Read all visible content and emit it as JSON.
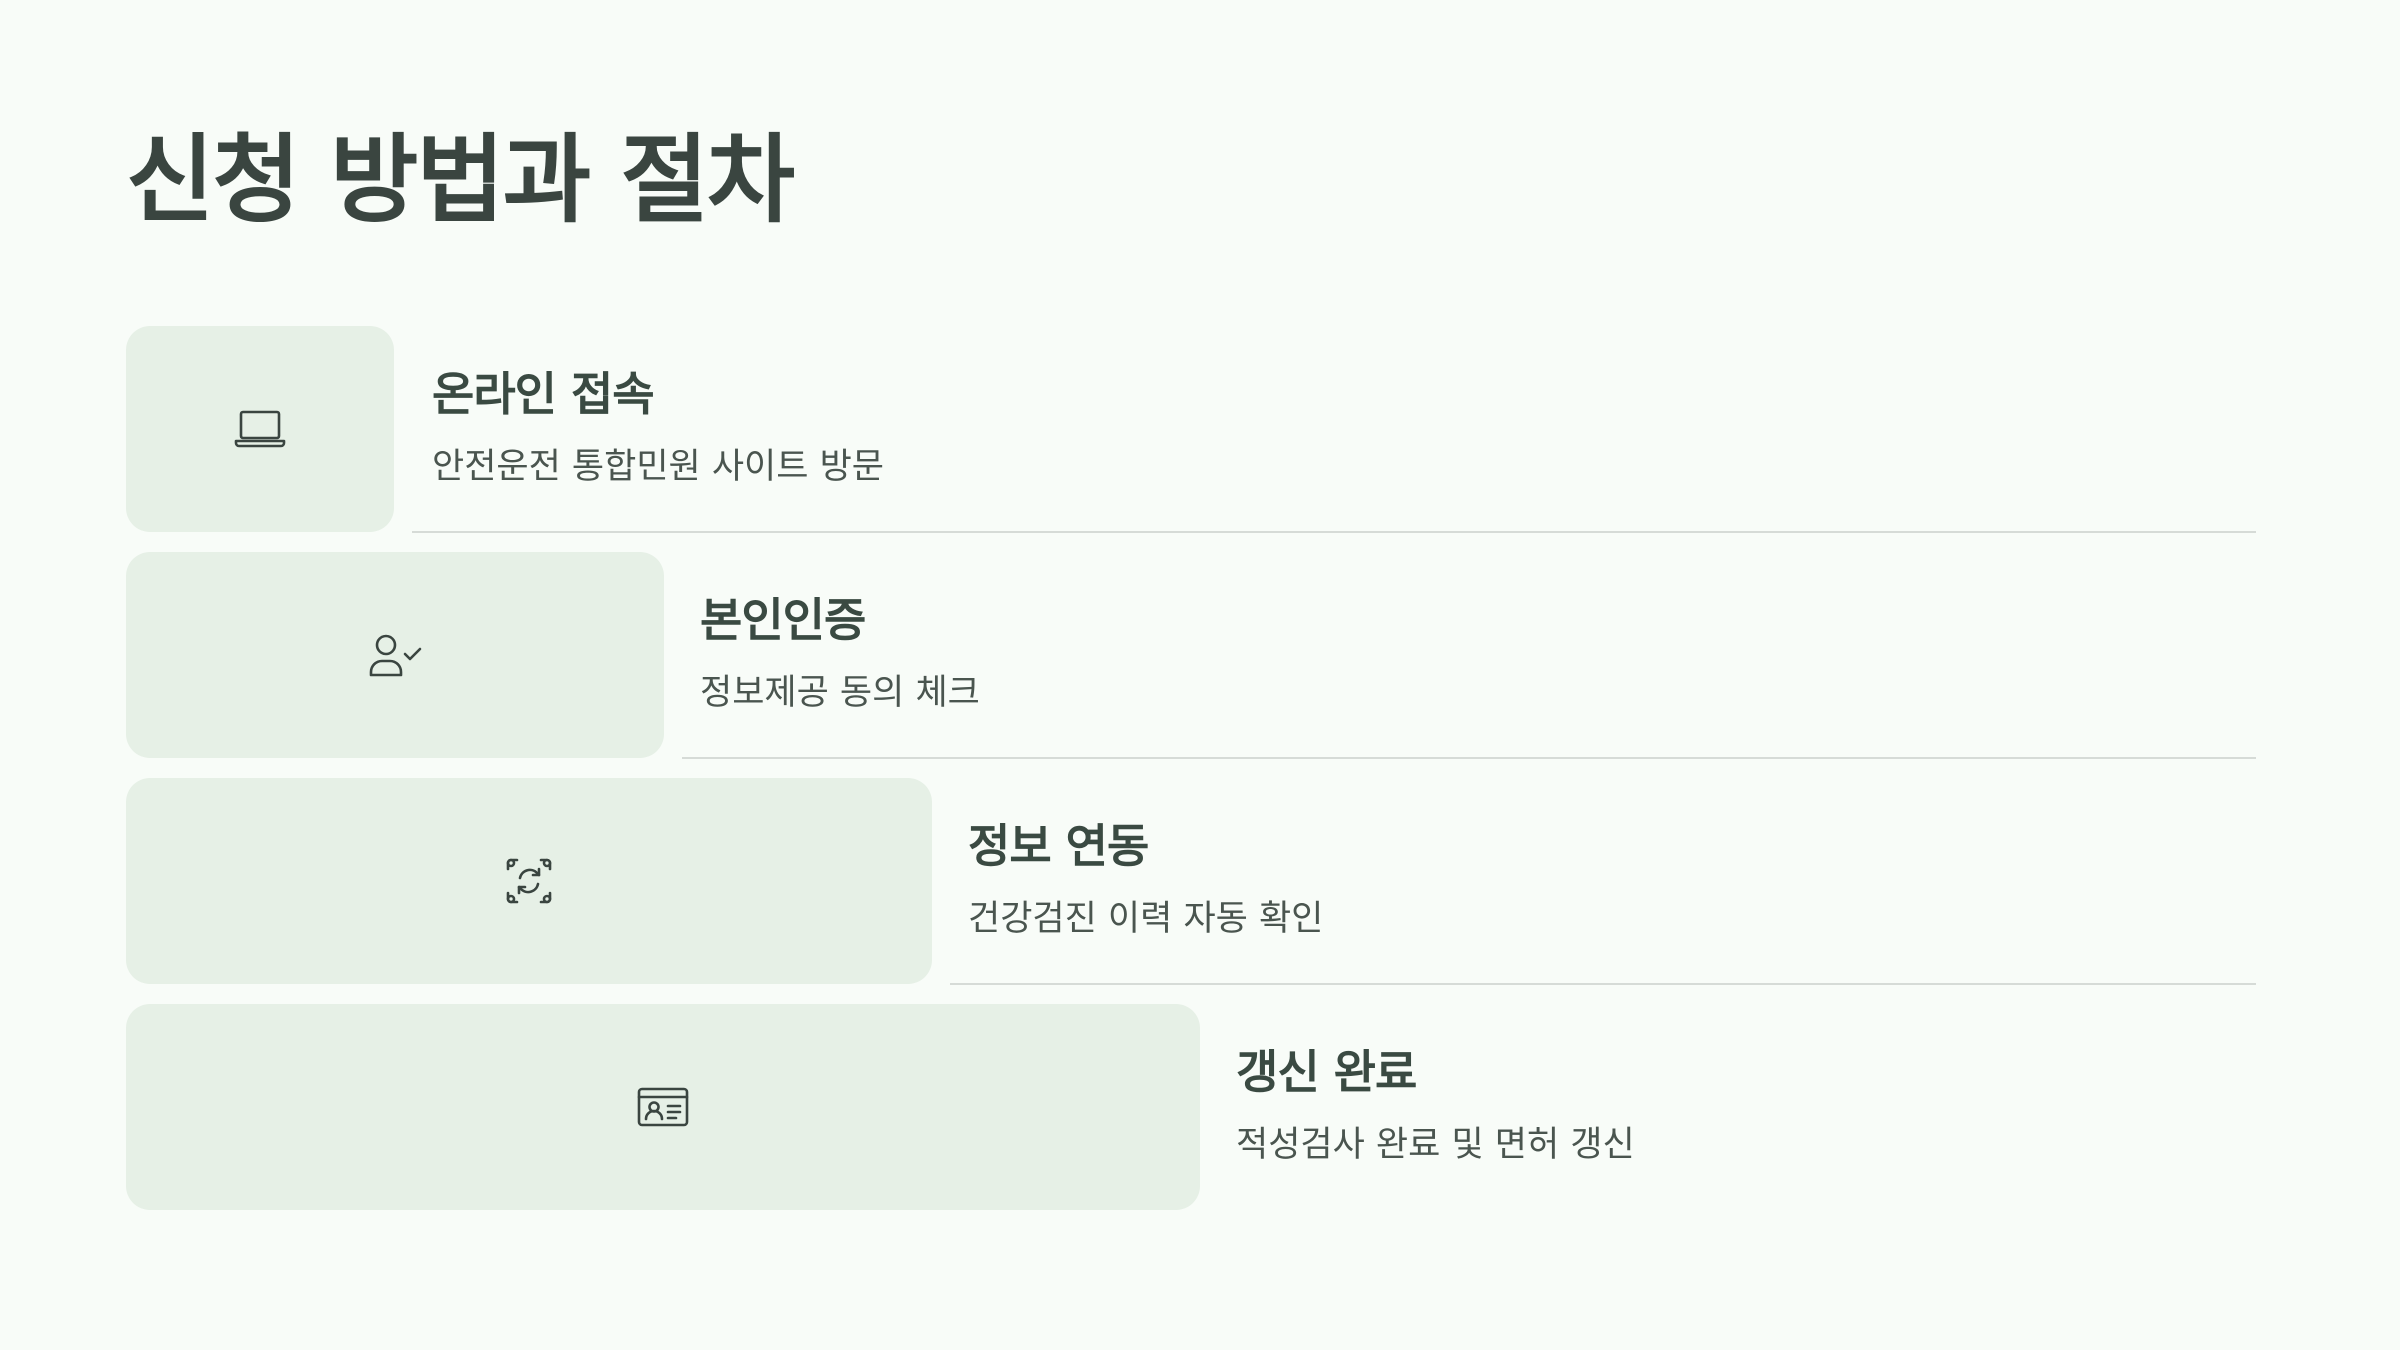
{
  "page": {
    "title": "신청 방법과 절차"
  },
  "colors": {
    "background": "#f8fcf8",
    "card": "#e6f0e6",
    "text": "#3a4540",
    "divider": "#d6dbd7"
  },
  "steps": [
    {
      "icon": "laptop-icon",
      "title": "온라인 접속",
      "description": "안전운전 통합민원 사이트 방문"
    },
    {
      "icon": "user-check-icon",
      "title": "본인인증",
      "description": "정보제공 동의 체크"
    },
    {
      "icon": "scan-sync-icon",
      "title": "정보 연동",
      "description": "건강검진 이력 자동 확인"
    },
    {
      "icon": "id-card-icon",
      "title": "갱신 완료",
      "description": "적성검사 완료 및 면허 갱신"
    }
  ]
}
